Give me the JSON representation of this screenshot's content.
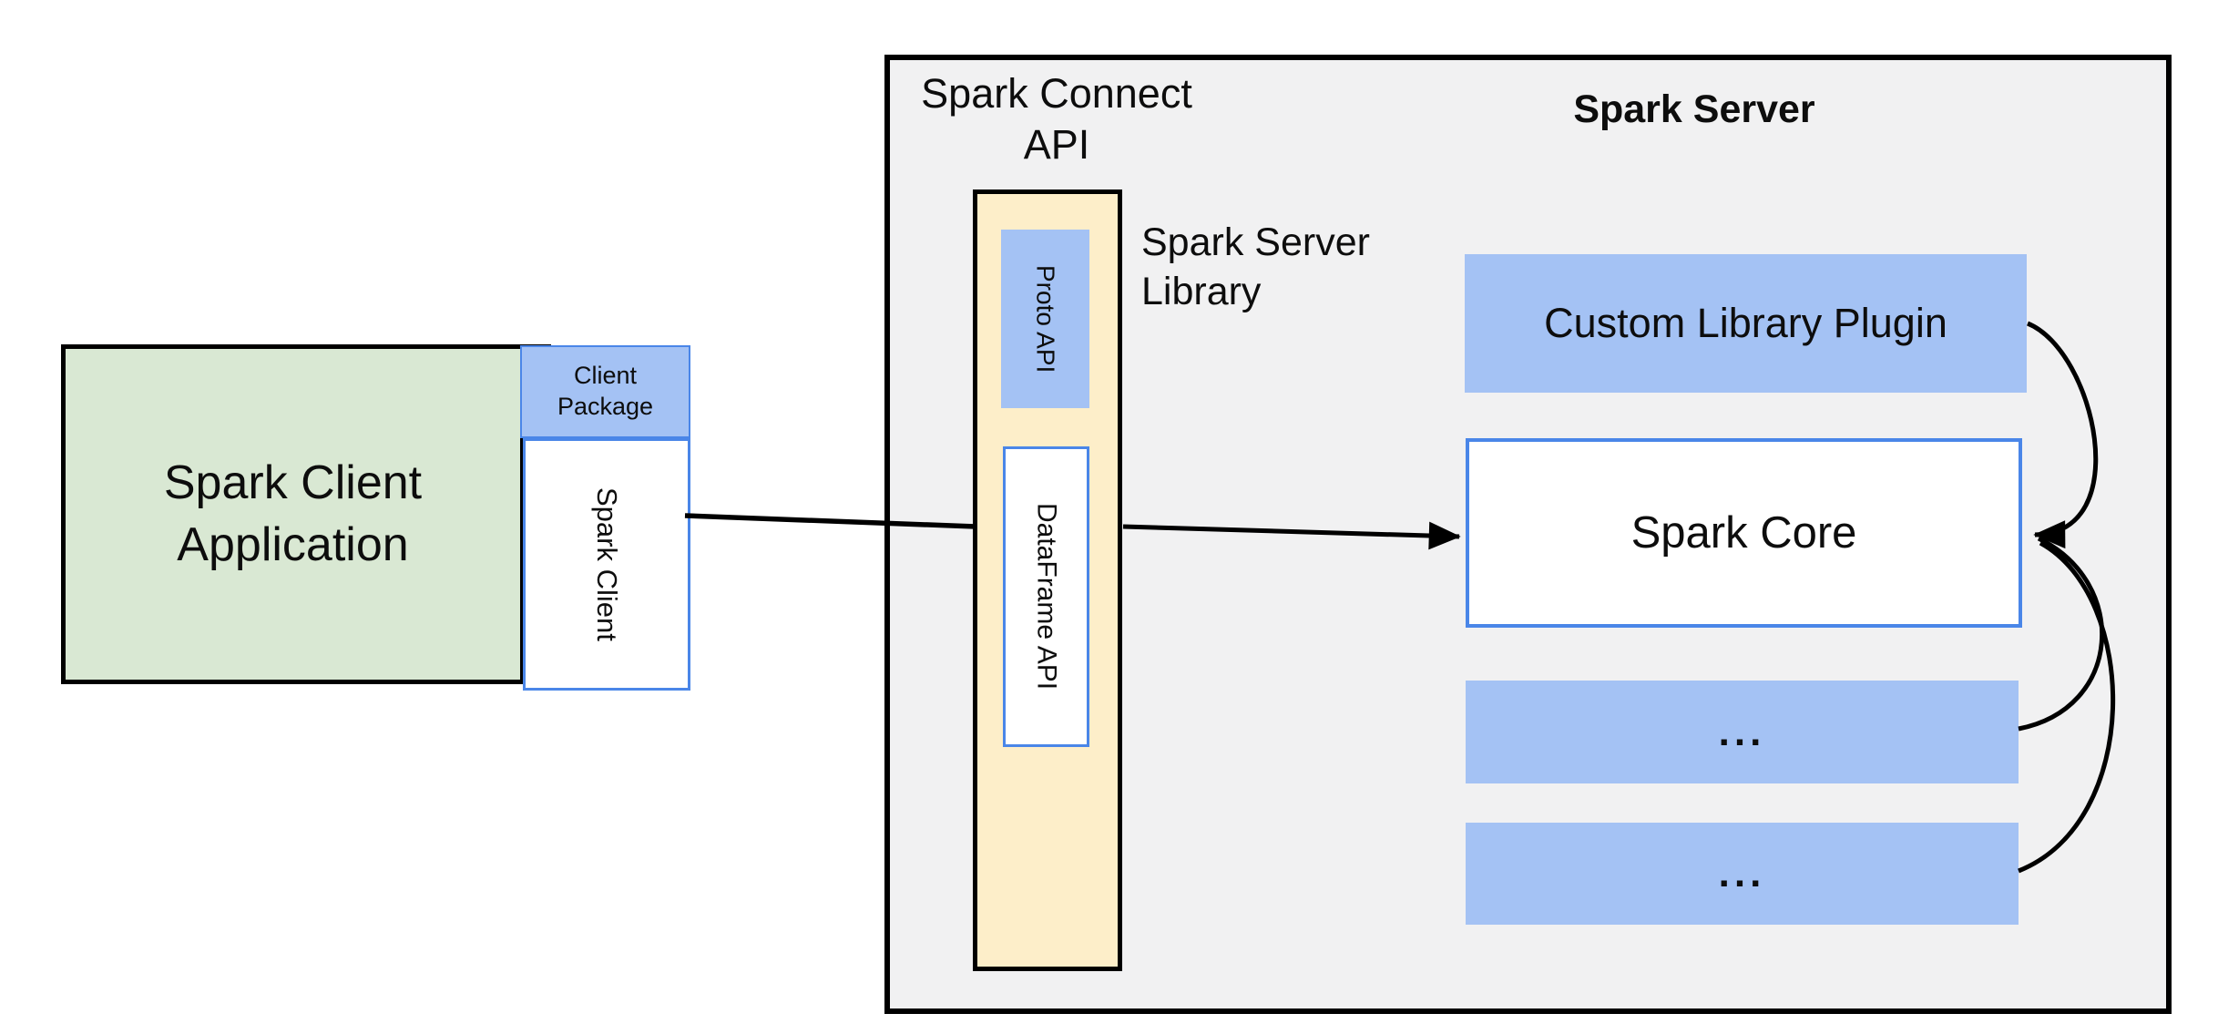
{
  "client": {
    "application": {
      "line1": "Spark Client",
      "line2": "Application"
    },
    "package": {
      "line1": "Client",
      "line2": "Package"
    },
    "spark_client": "Spark Client"
  },
  "connect": {
    "api_label": {
      "line1": "Spark Connect",
      "line2": "API"
    },
    "proto_api": "Proto API",
    "dataframe_api": "DataFrame API",
    "server_library": {
      "line1": "Spark Server",
      "line2": "Library"
    }
  },
  "server": {
    "title": "Spark Server",
    "custom_library_plugin": "Custom Library Plugin",
    "spark_core": "Spark Core",
    "slot1": "...",
    "slot2": "..."
  },
  "colors": {
    "green_fill": "#d9e8d3",
    "blue_fill": "#a4c2f4",
    "blue_border": "#4a86e8",
    "yellow_fill": "#fdeec9",
    "container_fill": "#f1f1f2",
    "line": "#000000"
  }
}
